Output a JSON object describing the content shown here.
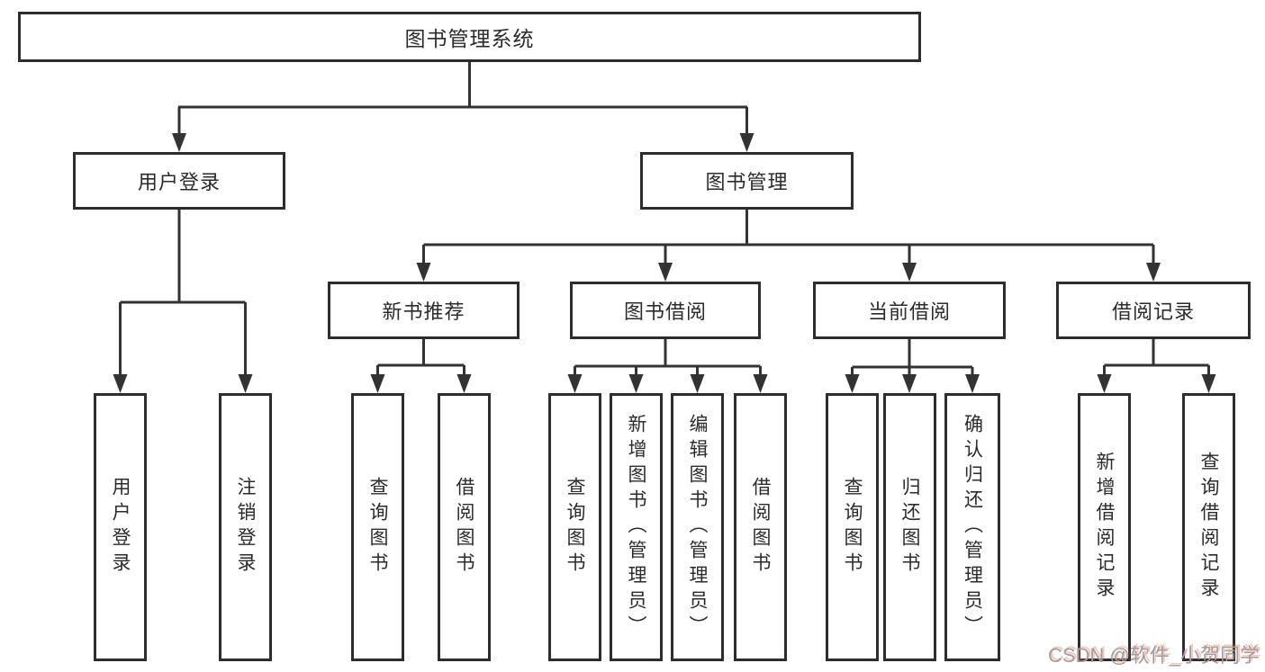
{
  "tree": {
    "label": "图书管理系统",
    "children": [
      {
        "label": "用户登录",
        "children": [
          {
            "label": "用户登录"
          },
          {
            "label": "注销登录"
          }
        ]
      },
      {
        "label": "图书管理",
        "children": [
          {
            "label": "新书推荐",
            "children": [
              {
                "label": "查询图书"
              },
              {
                "label": "借阅图书"
              }
            ]
          },
          {
            "label": "图书借阅",
            "children": [
              {
                "label": "查询图书"
              },
              {
                "label": "新增图书（管理员）"
              },
              {
                "label": "编辑图书（管理员）"
              },
              {
                "label": "借阅图书"
              }
            ]
          },
          {
            "label": "当前借阅",
            "children": [
              {
                "label": "查询图书"
              },
              {
                "label": "归还图书"
              },
              {
                "label": "确认归还（管理员）"
              }
            ]
          },
          {
            "label": "借阅记录",
            "children": [
              {
                "label": "新增借阅记录"
              },
              {
                "label": "查询借阅记录"
              }
            ]
          }
        ]
      }
    ]
  },
  "watermark": {
    "text": "CSDN @软件_小贺同学"
  },
  "colors": {
    "line": "#333333",
    "box_border": "#2d2d2d",
    "text": "#2b2b2b",
    "background": "#ffffff",
    "watermark_gray": "#9e9e9e",
    "watermark_red": "#fc5531"
  }
}
